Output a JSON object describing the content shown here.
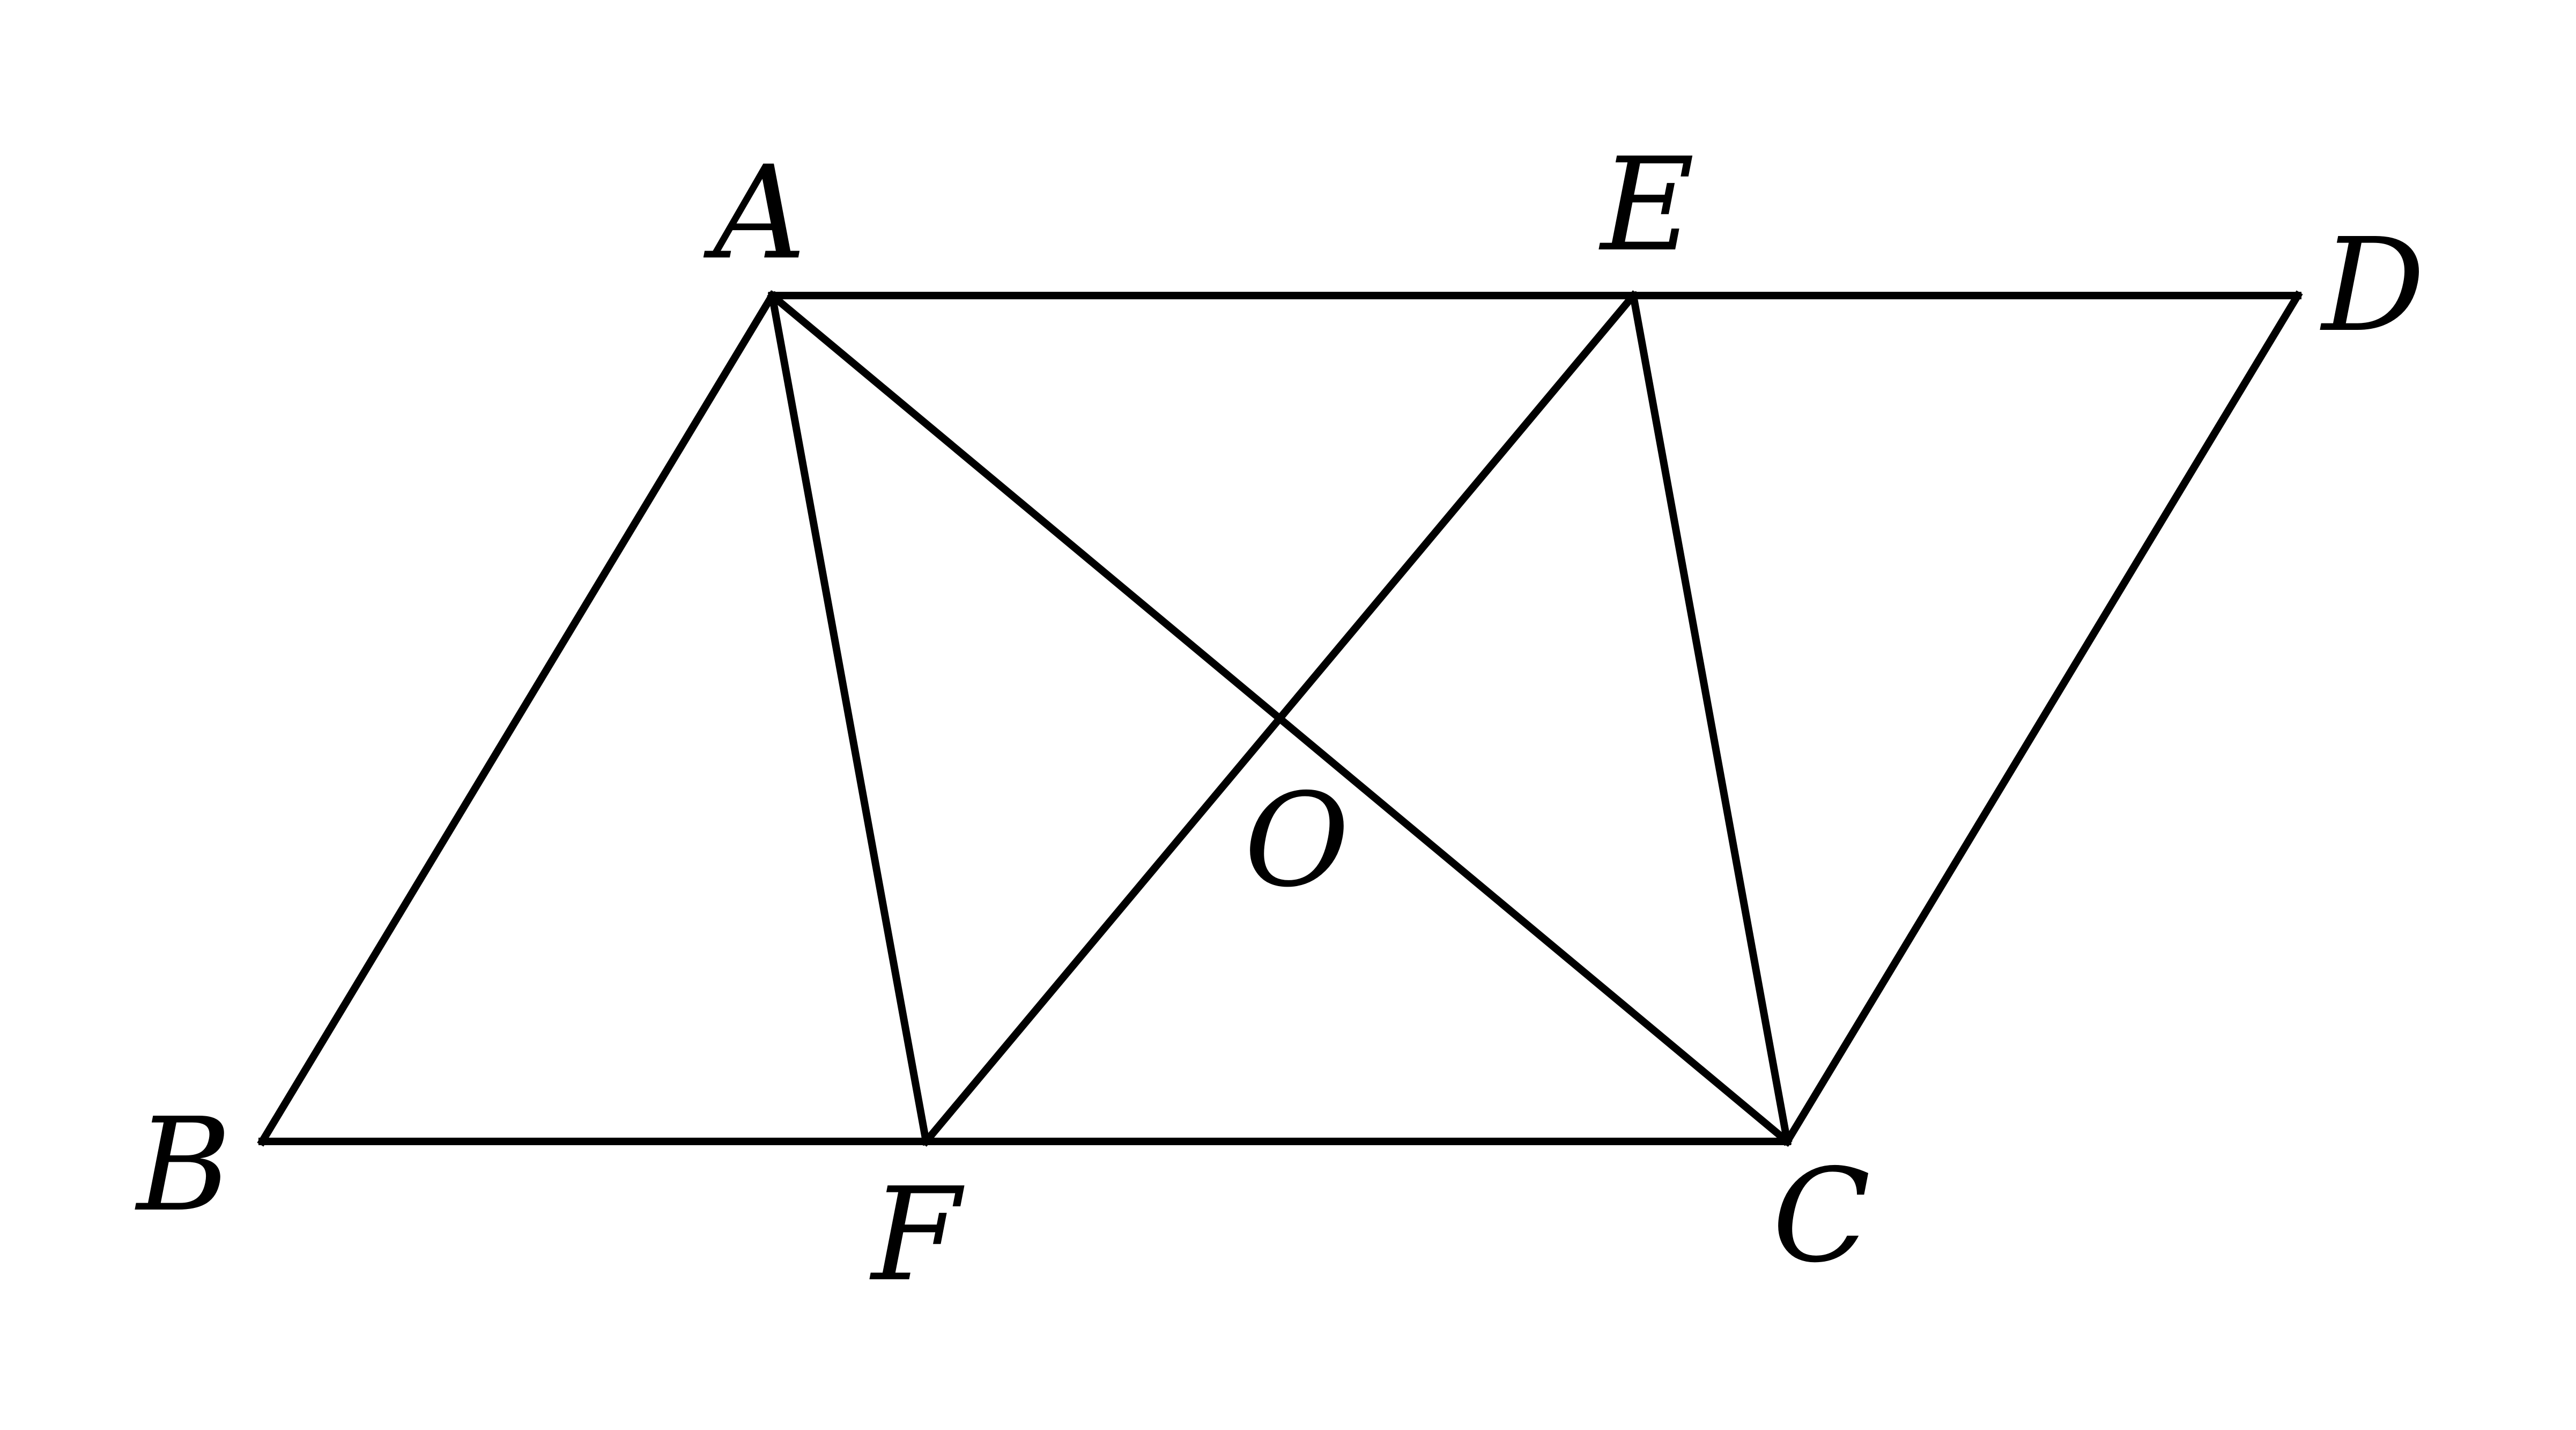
{
  "figure": {
    "points": {
      "A": "A",
      "B": "B",
      "C": "C",
      "D": "D",
      "E": "E",
      "F": "F",
      "O": "O"
    },
    "segments": [
      "AD",
      "BC",
      "AB",
      "CD",
      "AF",
      "EC",
      "AC",
      "EF"
    ],
    "line_color": "#000000"
  }
}
